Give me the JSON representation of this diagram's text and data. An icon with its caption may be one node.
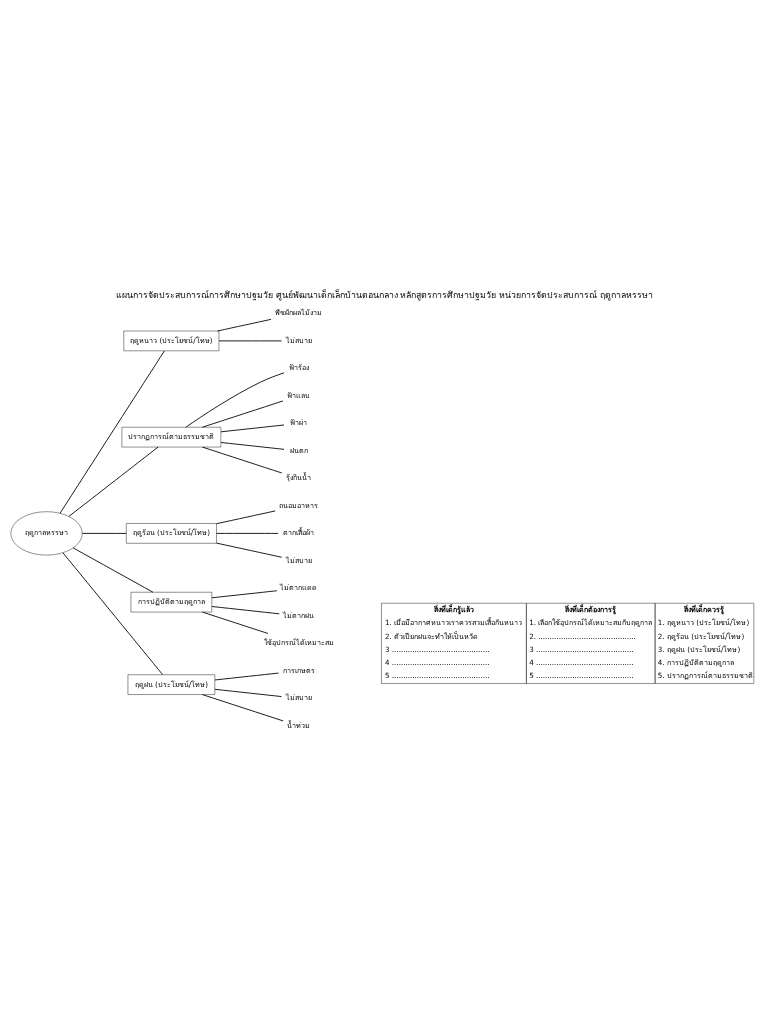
{
  "diagram": {
    "title": "แผนการจัดประสบการณ์การศึกษาปฐมวัย ศูนย์พัฒนาเด็กเล็กบ้านดอนกลาง หลักสูตรการศึกษาปฐมวัย หน่วยการจัดประสบการณ์ ฤดูกาลหรรษา",
    "nodes": [
      {
        "text": [
          "ฤดูกาลหรรษา"
        ]
      },
      {
        "text": [
          "ฤดูหนาว (ประโยชน์/โทษ)"
        ]
      },
      {
        "text": [
          "พืชผักผลไม้งาม"
        ]
      },
      {
        "text": [
          "ไม่สบาย"
        ]
      },
      {
        "text": [
          "ปรากฏการณ์ตามธรรมชาติ"
        ]
      },
      {
        "text": [
          "ฟ้าร้อง"
        ]
      },
      {
        "text": [
          "ฟ้าแลบ"
        ]
      },
      {
        "text": [
          "ฟ้าผ่า"
        ]
      },
      {
        "text": [
          "ฝนตก"
        ]
      },
      {
        "text": [
          "รุ้งกินน้ำ"
        ]
      },
      {
        "text": [
          "ฤดูร้อน (ประโยชน์/โทษ)"
        ]
      },
      {
        "text": [
          "ถนอมอาหาร"
        ]
      },
      {
        "text": [
          "ตากเสื้อผ้า"
        ]
      },
      {
        "text": [
          "ไม่สบาย"
        ]
      },
      {
        "text": [
          "การปฏิบัติตามฤดูกาล"
        ]
      },
      {
        "text": [
          "ไม่ตากแดด"
        ]
      },
      {
        "text": [
          "ไม่ตากฝน"
        ]
      },
      {
        "text": [
          "ใช้อุปกรณ์ได้เหมาะสม"
        ]
      },
      {
        "text": [
          "ฤดูฝน (ประโยชน์/โทษ)"
        ]
      },
      {
        "text": [
          "การเกษตร"
        ]
      },
      {
        "text": [
          "ไม่สบาย"
        ]
      },
      {
        "text": [
          "น้ำท่วม"
        ]
      }
    ],
    "edges": [
      {
        "from": 0,
        "to": 1,
        "arrow": "none"
      },
      {
        "from": 1,
        "to": 2,
        "arrow": "none"
      },
      {
        "from": 1,
        "to": 3,
        "arrow": "none"
      },
      {
        "from": 0,
        "to": 4,
        "arrow": "none"
      },
      {
        "from": 4,
        "to": 5,
        "arrow": "none"
      },
      {
        "from": 4,
        "to": 6,
        "arrow": "none"
      },
      {
        "from": 4,
        "to": 7,
        "arrow": "none"
      },
      {
        "from": 4,
        "to": 8,
        "arrow": "none"
      },
      {
        "from": 4,
        "to": 9,
        "arrow": "none"
      },
      {
        "from": 0,
        "to": 10,
        "arrow": "none"
      },
      {
        "from": 10,
        "to": 11,
        "arrow": "none"
      },
      {
        "from": 10,
        "to": 12,
        "arrow": "none"
      },
      {
        "from": 10,
        "to": 13,
        "arrow": "none"
      },
      {
        "from": 0,
        "to": 14,
        "arrow": "none"
      },
      {
        "from": 14,
        "to": 15,
        "arrow": "none"
      },
      {
        "from": 14,
        "to": 16,
        "arrow": "none"
      },
      {
        "from": 14,
        "to": 17,
        "arrow": "none"
      },
      {
        "from": 0,
        "to": 18,
        "arrow": "none"
      },
      {
        "from": 18,
        "to": 19,
        "arrow": "none"
      },
      {
        "from": 18,
        "to": 20,
        "arrow": "none"
      },
      {
        "from": 18,
        "to": 21,
        "arrow": "none"
      }
    ],
    "labels": [
      "สิ่งที่เด็กรู้แล้ว",
      "สิ่งที่เด็กต้องการรู้",
      "สิ่งที่เด็กควรรู้",
      "1. เมื่อมีอากาศหนาวเราควรสวมเสื้อกันหนาว",
      "1. เลือกใช้อุปกรณ์ได้เหมาะสมกับฤดูกาล",
      "1. ฤดูหนาว (ประโยชน์/โทษ)",
      "2. ตัวเปียกฝนจะทำให้เป็นหวัด",
      "2. ...........................................",
      "2. ฤดูร้อน (ประโยชน์/โทษ)",
      "3 ...........................................",
      "3 ...........................................",
      "3. ฤดูฝน (ประโยชน์/โทษ)",
      "4 ...........................................",
      "4 ...........................................",
      "4. การปฏิบัติตามฤดูกาล",
      "5 ...........................................",
      "5 ...........................................",
      "5. ปรากฏการณ์ตามธรรมชาติ"
    ]
  }
}
